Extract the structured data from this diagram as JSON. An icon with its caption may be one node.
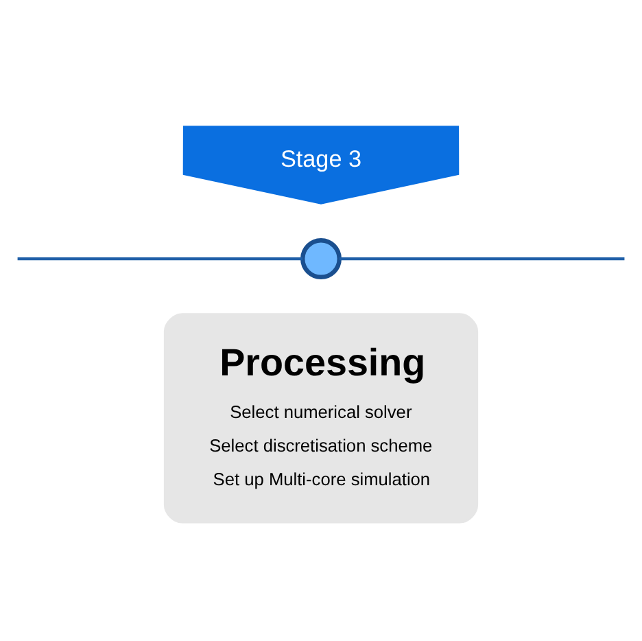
{
  "diagram": {
    "nodes": [
      {
        "text": [
          "Stage 3"
        ]
      },
      {
        "text": [],
        "shape": "circle"
      },
      {
        "text": [
          "Processing",
          "Select numerical solver",
          "Select discretisation scheme",
          "Set up Multi-core simulation"
        ]
      }
    ],
    "edges": [
      {
        "from": null,
        "to": 1,
        "arrow": "none",
        "color": "#1f5fa8"
      },
      {
        "from": 1,
        "to": null,
        "arrow": "none",
        "color": "#1f5fa8"
      }
    ]
  }
}
